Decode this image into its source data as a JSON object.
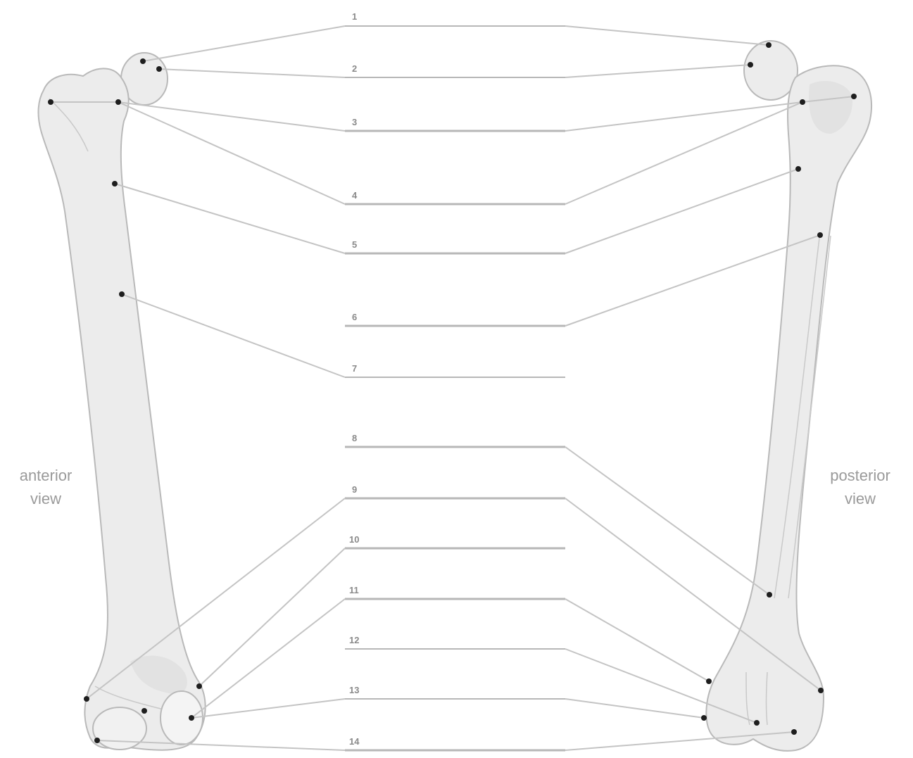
{
  "labels": [
    "1",
    "2",
    "3",
    "4",
    "5",
    "6",
    "7",
    "8",
    "9",
    "10",
    "11",
    "12",
    "13",
    "14"
  ],
  "views": {
    "anterior": [
      "anterior",
      "view"
    ],
    "posterior": [
      "posterior",
      "view"
    ]
  }
}
